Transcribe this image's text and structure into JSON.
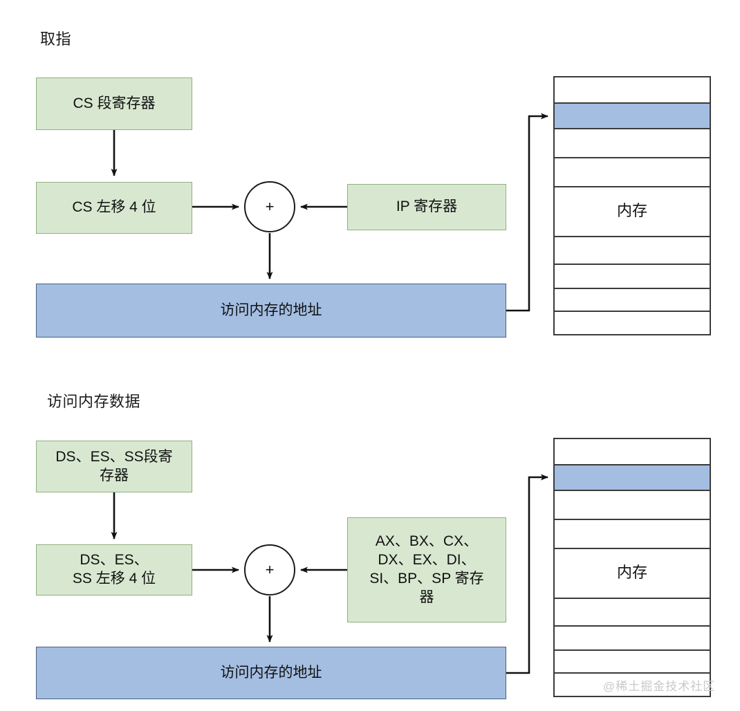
{
  "diagram": {
    "title_fetch": "取指",
    "title_data": "访问内存数据",
    "adder_symbol": "+",
    "colors": {
      "green_fill": "#d8e8d0",
      "green_border": "#8fb07e",
      "blue_fill": "#a4bee2",
      "blue_border": "#4b5e7e",
      "line": "#1a1a1a",
      "memory_border": "#3a3a3a"
    },
    "sections": [
      {
        "name": "fetch-instruction",
        "title": "取指",
        "segment_register": "CS 段寄存器",
        "shift_box": "CS 左移 4 位",
        "offset_register": "IP 寄存器",
        "address_bar": "访问内存的地址",
        "memory_label": "内存",
        "memory_rows": 9,
        "highlight_row_index": 1
      },
      {
        "name": "access-memory-data",
        "title": "访问内存数据",
        "segment_register": "DS、ES、SS段寄\n存器",
        "shift_box": "DS、ES、\nSS 左移 4 位",
        "offset_register": "AX、BX、CX、\nDX、EX、DI、\nSI、BP、SP 寄存\n器",
        "address_bar": "访问内存的地址",
        "memory_label": "内存",
        "memory_rows": 9,
        "highlight_row_index": 1
      }
    ],
    "watermark": "@稀土掘金技术社区"
  }
}
